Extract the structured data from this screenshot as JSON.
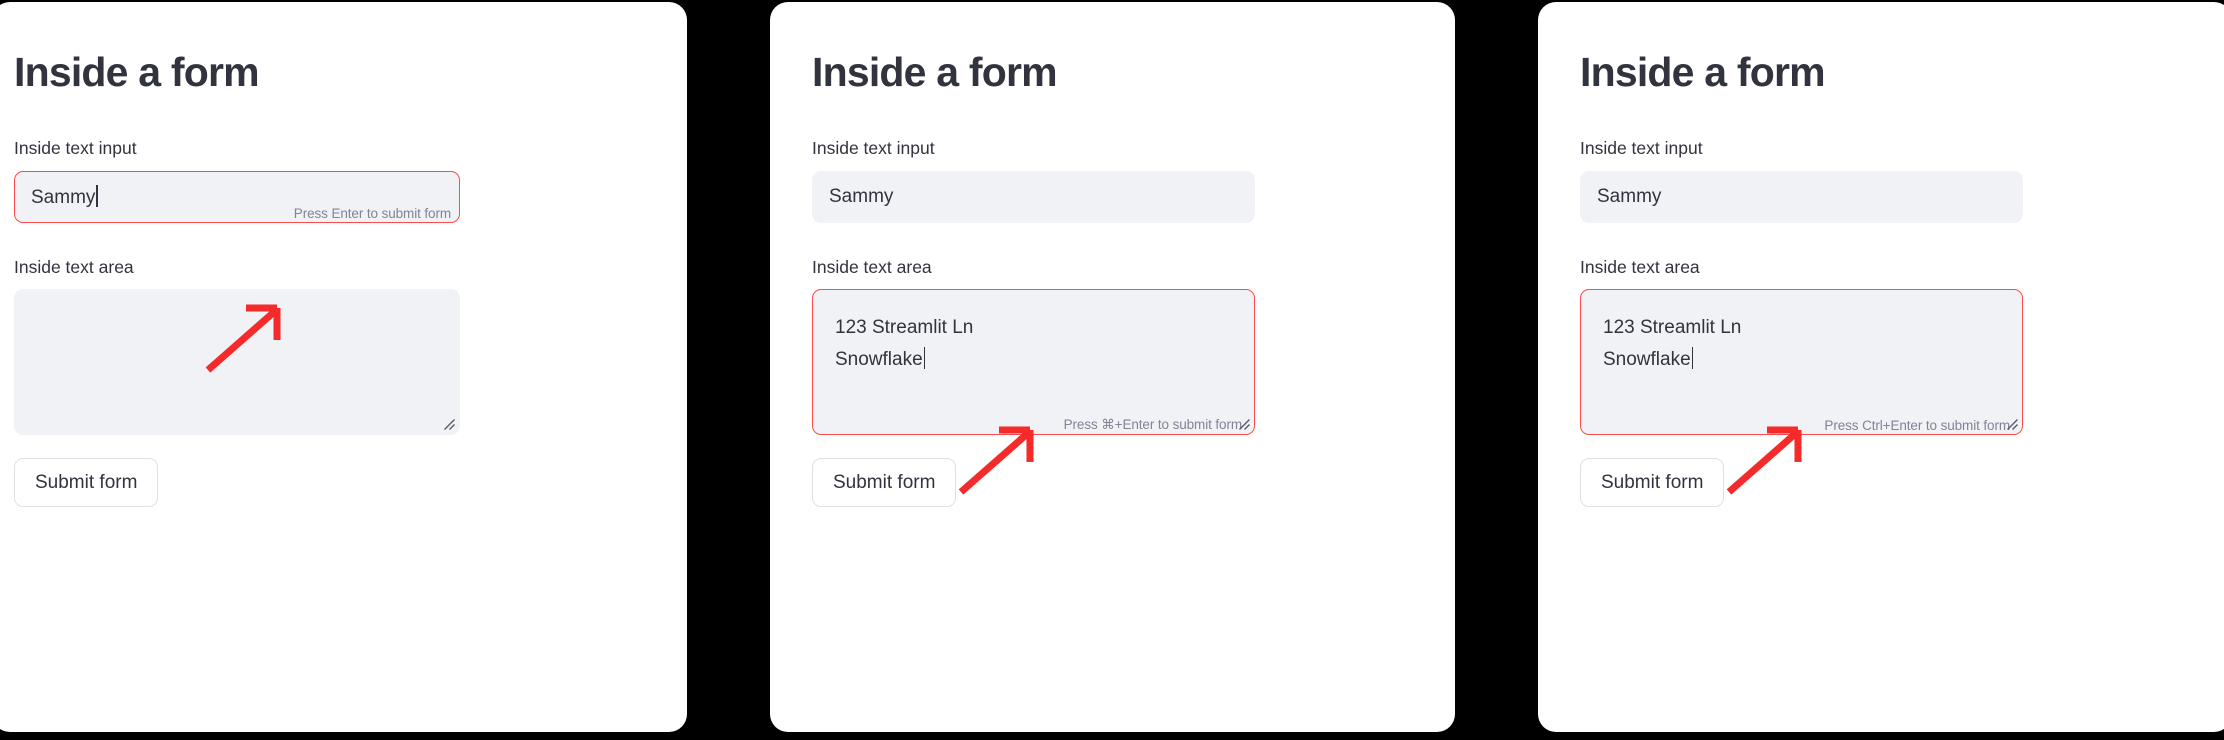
{
  "background_color": "#000000",
  "theme": {
    "panel_bg": "#ffffff",
    "widget_bg": "#f0f2f6",
    "text_color": "#31333e",
    "hint_color": "#808495",
    "accent_red": "#ff4b4b",
    "annotation_red": "#f52a2a",
    "button_border": "#e0e1e6"
  },
  "panels": [
    {
      "id": "panel-macos-text-input",
      "title": "Inside a form",
      "text_input": {
        "label": "Inside text input",
        "value": "Sammy",
        "placeholder": "",
        "focused": true,
        "hint": "Press Enter to submit form",
        "caret_visible": true
      },
      "text_area": {
        "label": "Inside text area",
        "value": "",
        "placeholder": "",
        "focused": false,
        "hint": "",
        "caret_visible": false,
        "resize_grip": "resize-grip-icon"
      },
      "submit_button": {
        "label": "Submit form"
      },
      "annotation": {
        "type": "arrow",
        "direction": "up-right",
        "color": "#f52a2a",
        "points_at": "input-hint"
      }
    },
    {
      "id": "panel-macos-text-area",
      "title": "Inside a form",
      "text_input": {
        "label": "Inside text input",
        "value": "Sammy",
        "placeholder": "",
        "focused": false,
        "hint": "",
        "caret_visible": false
      },
      "text_area": {
        "label": "Inside text area",
        "value": "123 Streamlit Ln\nSnowflake",
        "placeholder": "",
        "focused": true,
        "hint": "Press ⌘+Enter to submit form",
        "caret_visible": true,
        "resize_grip": "resize-grip-icon"
      },
      "submit_button": {
        "label": "Submit form"
      },
      "annotation": {
        "type": "arrow",
        "direction": "up-right",
        "color": "#f52a2a",
        "points_at": "textarea-hint"
      }
    },
    {
      "id": "panel-windows-text-area",
      "title": "Inside a form",
      "text_input": {
        "label": "Inside text input",
        "value": "Sammy",
        "placeholder": "",
        "focused": false,
        "hint": "",
        "caret_visible": false
      },
      "text_area": {
        "label": "Inside text area",
        "value": "123 Streamlit Ln\nSnowflake",
        "placeholder": "",
        "focused": true,
        "hint": "Press Ctrl+Enter to submit form",
        "caret_visible": true,
        "resize_grip": "resize-grip-icon"
      },
      "submit_button": {
        "label": "Submit form"
      },
      "annotation": {
        "type": "arrow",
        "direction": "up-right",
        "color": "#f52a2a",
        "points_at": "textarea-hint"
      }
    }
  ]
}
